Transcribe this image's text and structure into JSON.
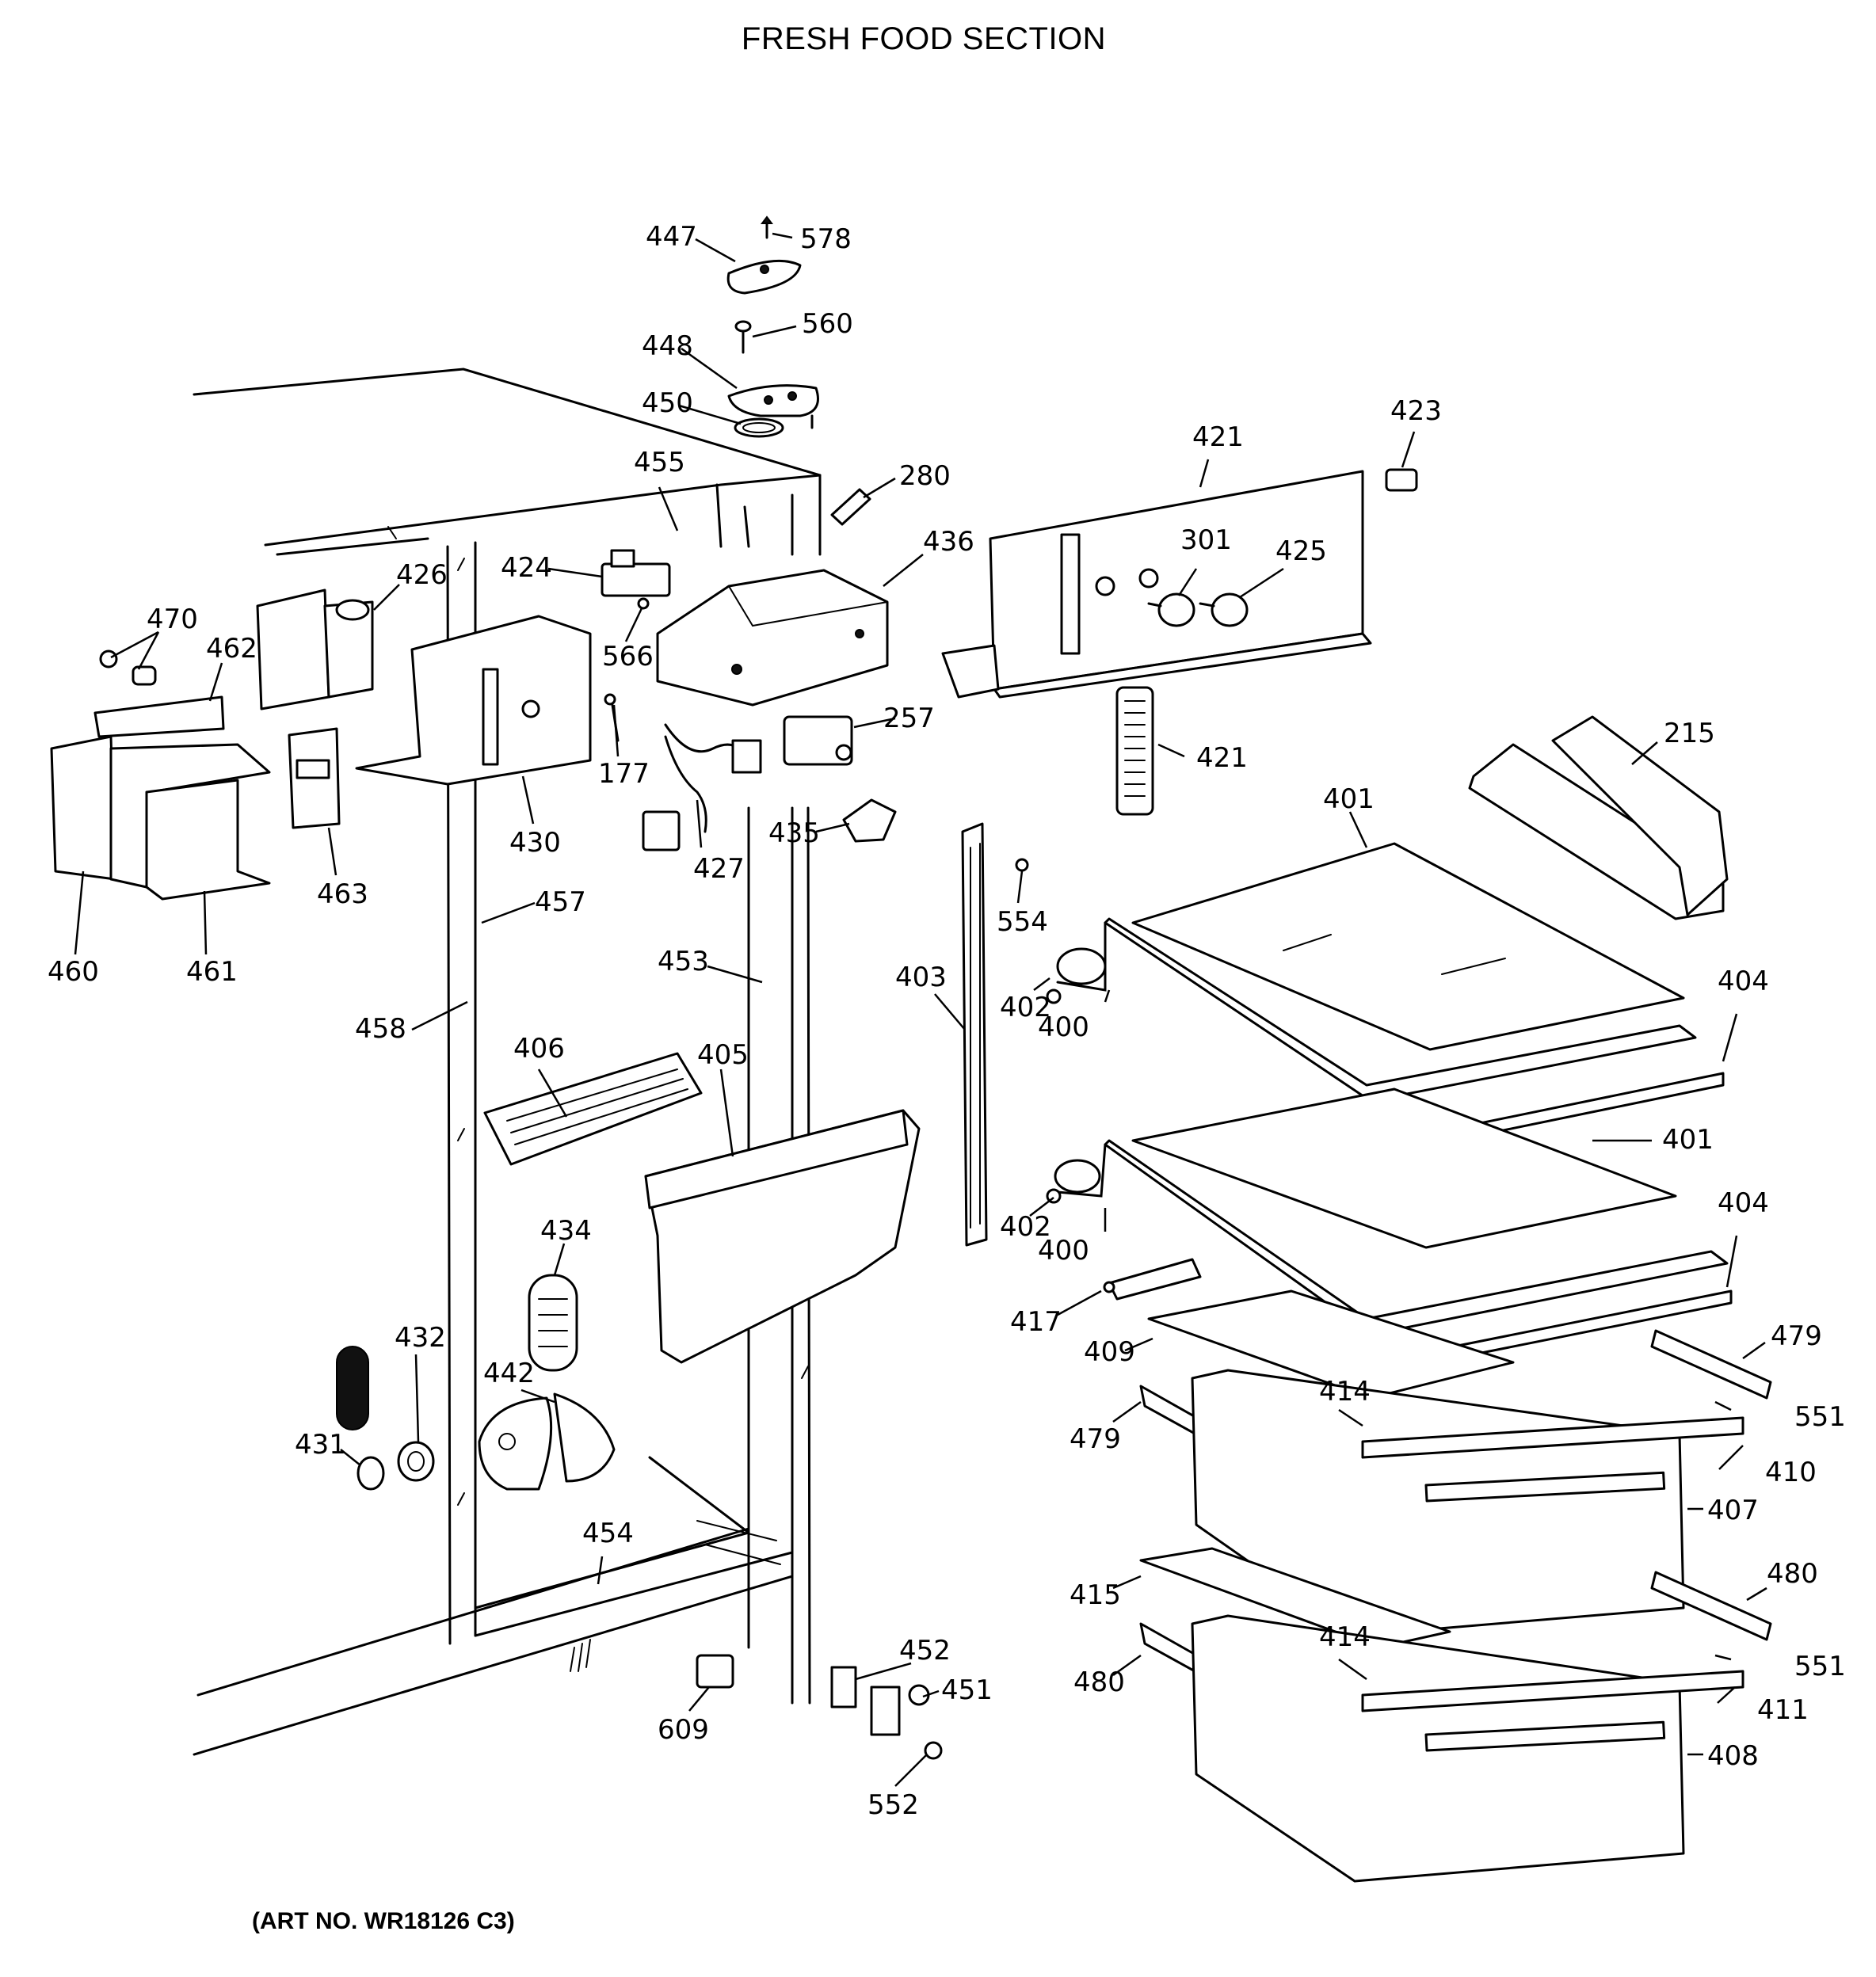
{
  "title": "FRESH FOOD SECTION",
  "art_number": "(ART NO. WR18126 C3)",
  "callouts": [
    "447",
    "578",
    "560",
    "448",
    "450",
    "455",
    "280",
    "421",
    "423",
    "301",
    "425",
    "424",
    "426",
    "436",
    "470",
    "462",
    "566",
    "177",
    "430",
    "257",
    "421",
    "215",
    "460",
    "461",
    "463",
    "427",
    "435",
    "401",
    "457",
    "554",
    "453",
    "403",
    "402",
    "400",
    "404",
    "458",
    "406",
    "405",
    "401",
    "434",
    "402",
    "400",
    "404",
    "417",
    "409",
    "479",
    "432",
    "414",
    "551",
    "442",
    "479",
    "410",
    "431",
    "407",
    "454",
    "415",
    "480",
    "414",
    "551",
    "452",
    "480",
    "451",
    "411",
    "609",
    "408",
    "552"
  ]
}
